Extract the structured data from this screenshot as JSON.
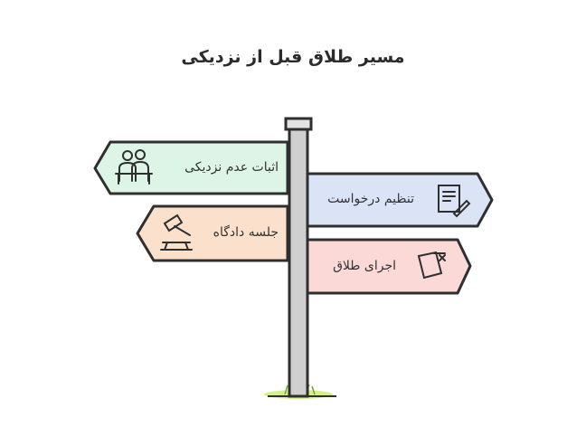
{
  "title": "مسیر طلاق قبل از نزدیکی",
  "signs": [
    {
      "label": "اثبات عدم نزدیکی",
      "icon": "people-at-table-icon",
      "color": "#dcf5e6"
    },
    {
      "label": "تنظیم درخواست",
      "icon": "document-pen-icon",
      "color": "#dbe4f7"
    },
    {
      "label": "جلسه دادگاه",
      "icon": "gavel-icon",
      "color": "#fbe1cc"
    },
    {
      "label": "اجرای طلاق",
      "icon": "cancel-document-icon",
      "color": "#fbd9d6"
    }
  ]
}
